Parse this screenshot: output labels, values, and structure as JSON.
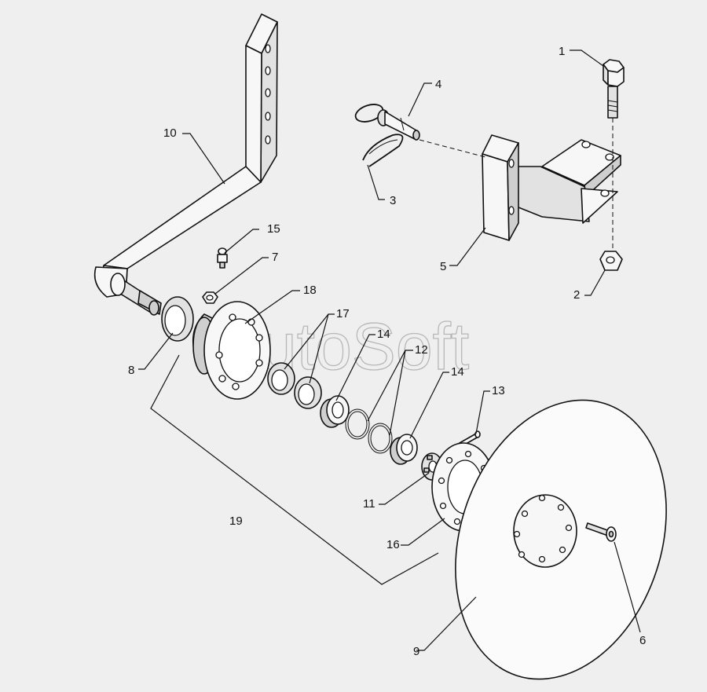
{
  "watermark": "AutoSoft",
  "callouts": {
    "c1": "1",
    "c2": "2",
    "c3": "3",
    "c4": "4",
    "c5": "5",
    "c6": "6",
    "c7": "7",
    "c8": "8",
    "c9": "9",
    "c10": "10",
    "c11": "11",
    "c12": "12",
    "c13": "13",
    "c14a": "14",
    "c14b": "14",
    "c15": "15",
    "c16": "16",
    "c17": "17",
    "c18": "18",
    "c19": "19"
  }
}
